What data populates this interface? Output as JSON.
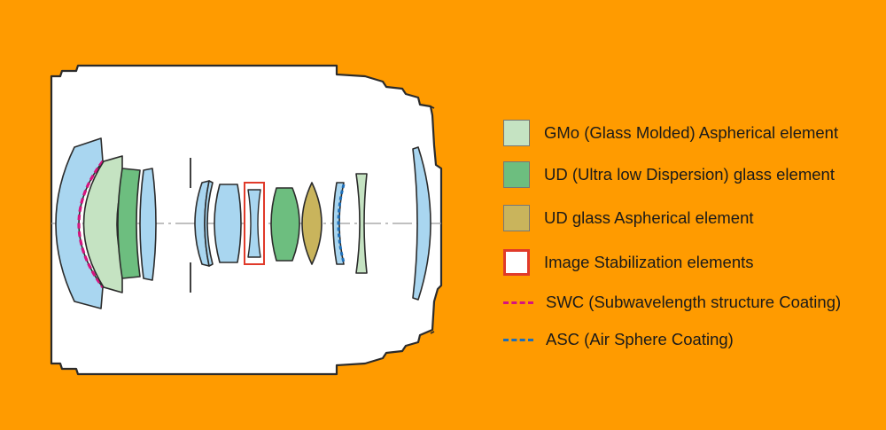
{
  "colors": {
    "background": "#FF9B00",
    "lens_body": "#FFFFFF",
    "outline": "#2B2B2B",
    "optical_axis": "#9A9A9A",
    "gmo_asph": "#C5E3C2",
    "ud": "#6DBE7F",
    "ud_asph": "#C9B45C",
    "regular_glass": "#A9D6F0",
    "image_stab": "#E03A2A",
    "swc": "#D6137E",
    "asc": "#1F6FB8"
  },
  "legend": [
    {
      "kind": "swatch",
      "style": "gmo",
      "label": "GMo (Glass Molded) Aspherical element"
    },
    {
      "kind": "swatch",
      "style": "ud",
      "label": "UD (Ultra low Dispersion) glass element"
    },
    {
      "kind": "swatch",
      "style": "udasph",
      "label": "UD glass Aspherical element"
    },
    {
      "kind": "swatch",
      "style": "is",
      "label": "Image Stabilization elements"
    },
    {
      "kind": "dash",
      "style": "swc",
      "label": "SWC (Subwavelength structure Coating)"
    },
    {
      "kind": "dash",
      "style": "asc",
      "label": "ASC (Air Sphere Coating)"
    }
  ]
}
